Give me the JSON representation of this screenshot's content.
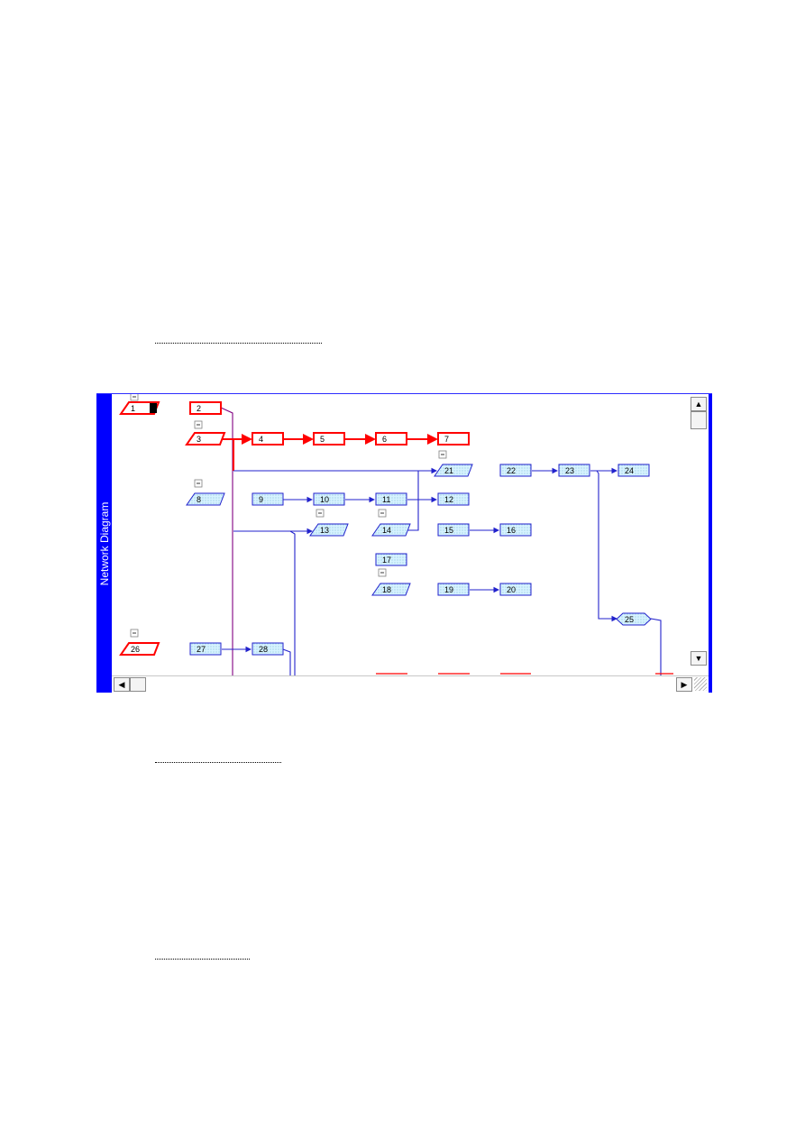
{
  "view_title": "Network Diagram",
  "colors": {
    "critical": "#ff0000",
    "normal": "#2222cc",
    "summary_line": "#800080",
    "sidebar": "#0000ff",
    "node_fill": "#bfe8f8"
  },
  "tasks": [
    {
      "id": "1"
    },
    {
      "id": "2"
    },
    {
      "id": "3"
    },
    {
      "id": "4"
    },
    {
      "id": "5"
    },
    {
      "id": "6"
    },
    {
      "id": "7"
    },
    {
      "id": "8"
    },
    {
      "id": "9"
    },
    {
      "id": "10"
    },
    {
      "id": "11"
    },
    {
      "id": "12"
    },
    {
      "id": "13"
    },
    {
      "id": "14"
    },
    {
      "id": "15"
    },
    {
      "id": "16"
    },
    {
      "id": "17"
    },
    {
      "id": "18"
    },
    {
      "id": "19"
    },
    {
      "id": "20"
    },
    {
      "id": "21"
    },
    {
      "id": "22"
    },
    {
      "id": "23"
    },
    {
      "id": "24"
    },
    {
      "id": "25"
    },
    {
      "id": "26"
    },
    {
      "id": "27"
    },
    {
      "id": "28"
    }
  ],
  "scrollbar": {
    "up_icon": "arrow-up-icon",
    "down_icon": "arrow-down-icon",
    "left_icon": "arrow-left-icon",
    "right_icon": "arrow-right-icon"
  }
}
